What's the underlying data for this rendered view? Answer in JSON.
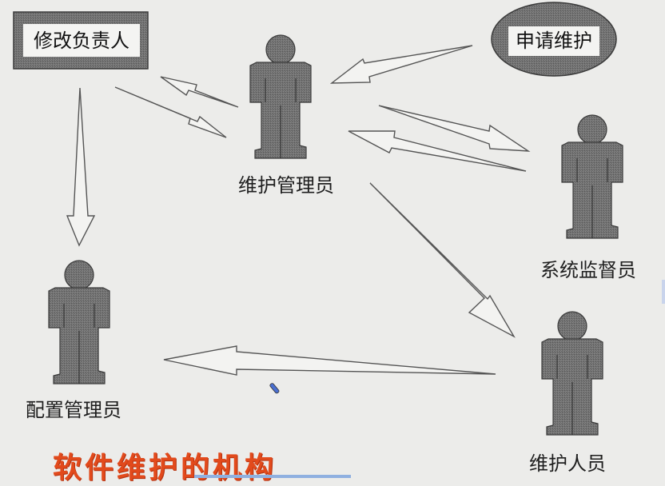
{
  "diagram": {
    "title": "软件维护的机构",
    "nodes": {
      "modify_owner": {
        "label": "修改负责人",
        "shape": "rectangle"
      },
      "request": {
        "label": "申请维护",
        "shape": "ellipse"
      },
      "maint_manager": {
        "label": "维护管理员",
        "shape": "actor"
      },
      "sys_supervisor": {
        "label": "系统监督员",
        "shape": "actor"
      },
      "config_manager": {
        "label": "配置管理员",
        "shape": "actor"
      },
      "maint_staff": {
        "label": "维护人员",
        "shape": "actor"
      }
    },
    "edges": [
      {
        "from": "申请维护",
        "to": "维护管理员"
      },
      {
        "from": "维护管理员",
        "to": "修改负责人"
      },
      {
        "from": "修改负责人",
        "to": "维护管理员"
      },
      {
        "from": "维护管理员",
        "to": "系统监督员"
      },
      {
        "from": "系统监督员",
        "to": "维护管理员"
      },
      {
        "from": "修改负责人",
        "to": "配置管理员"
      },
      {
        "from": "维护管理员",
        "to": "维护人员"
      },
      {
        "from": "维护人员",
        "to": "配置管理员"
      }
    ],
    "colors": {
      "background": "#ececea",
      "actor_fill": "#6f6f6f",
      "shape_fill": "#6c6c6c",
      "arrow_stroke": "#555555",
      "title": "#e24a1c"
    }
  }
}
